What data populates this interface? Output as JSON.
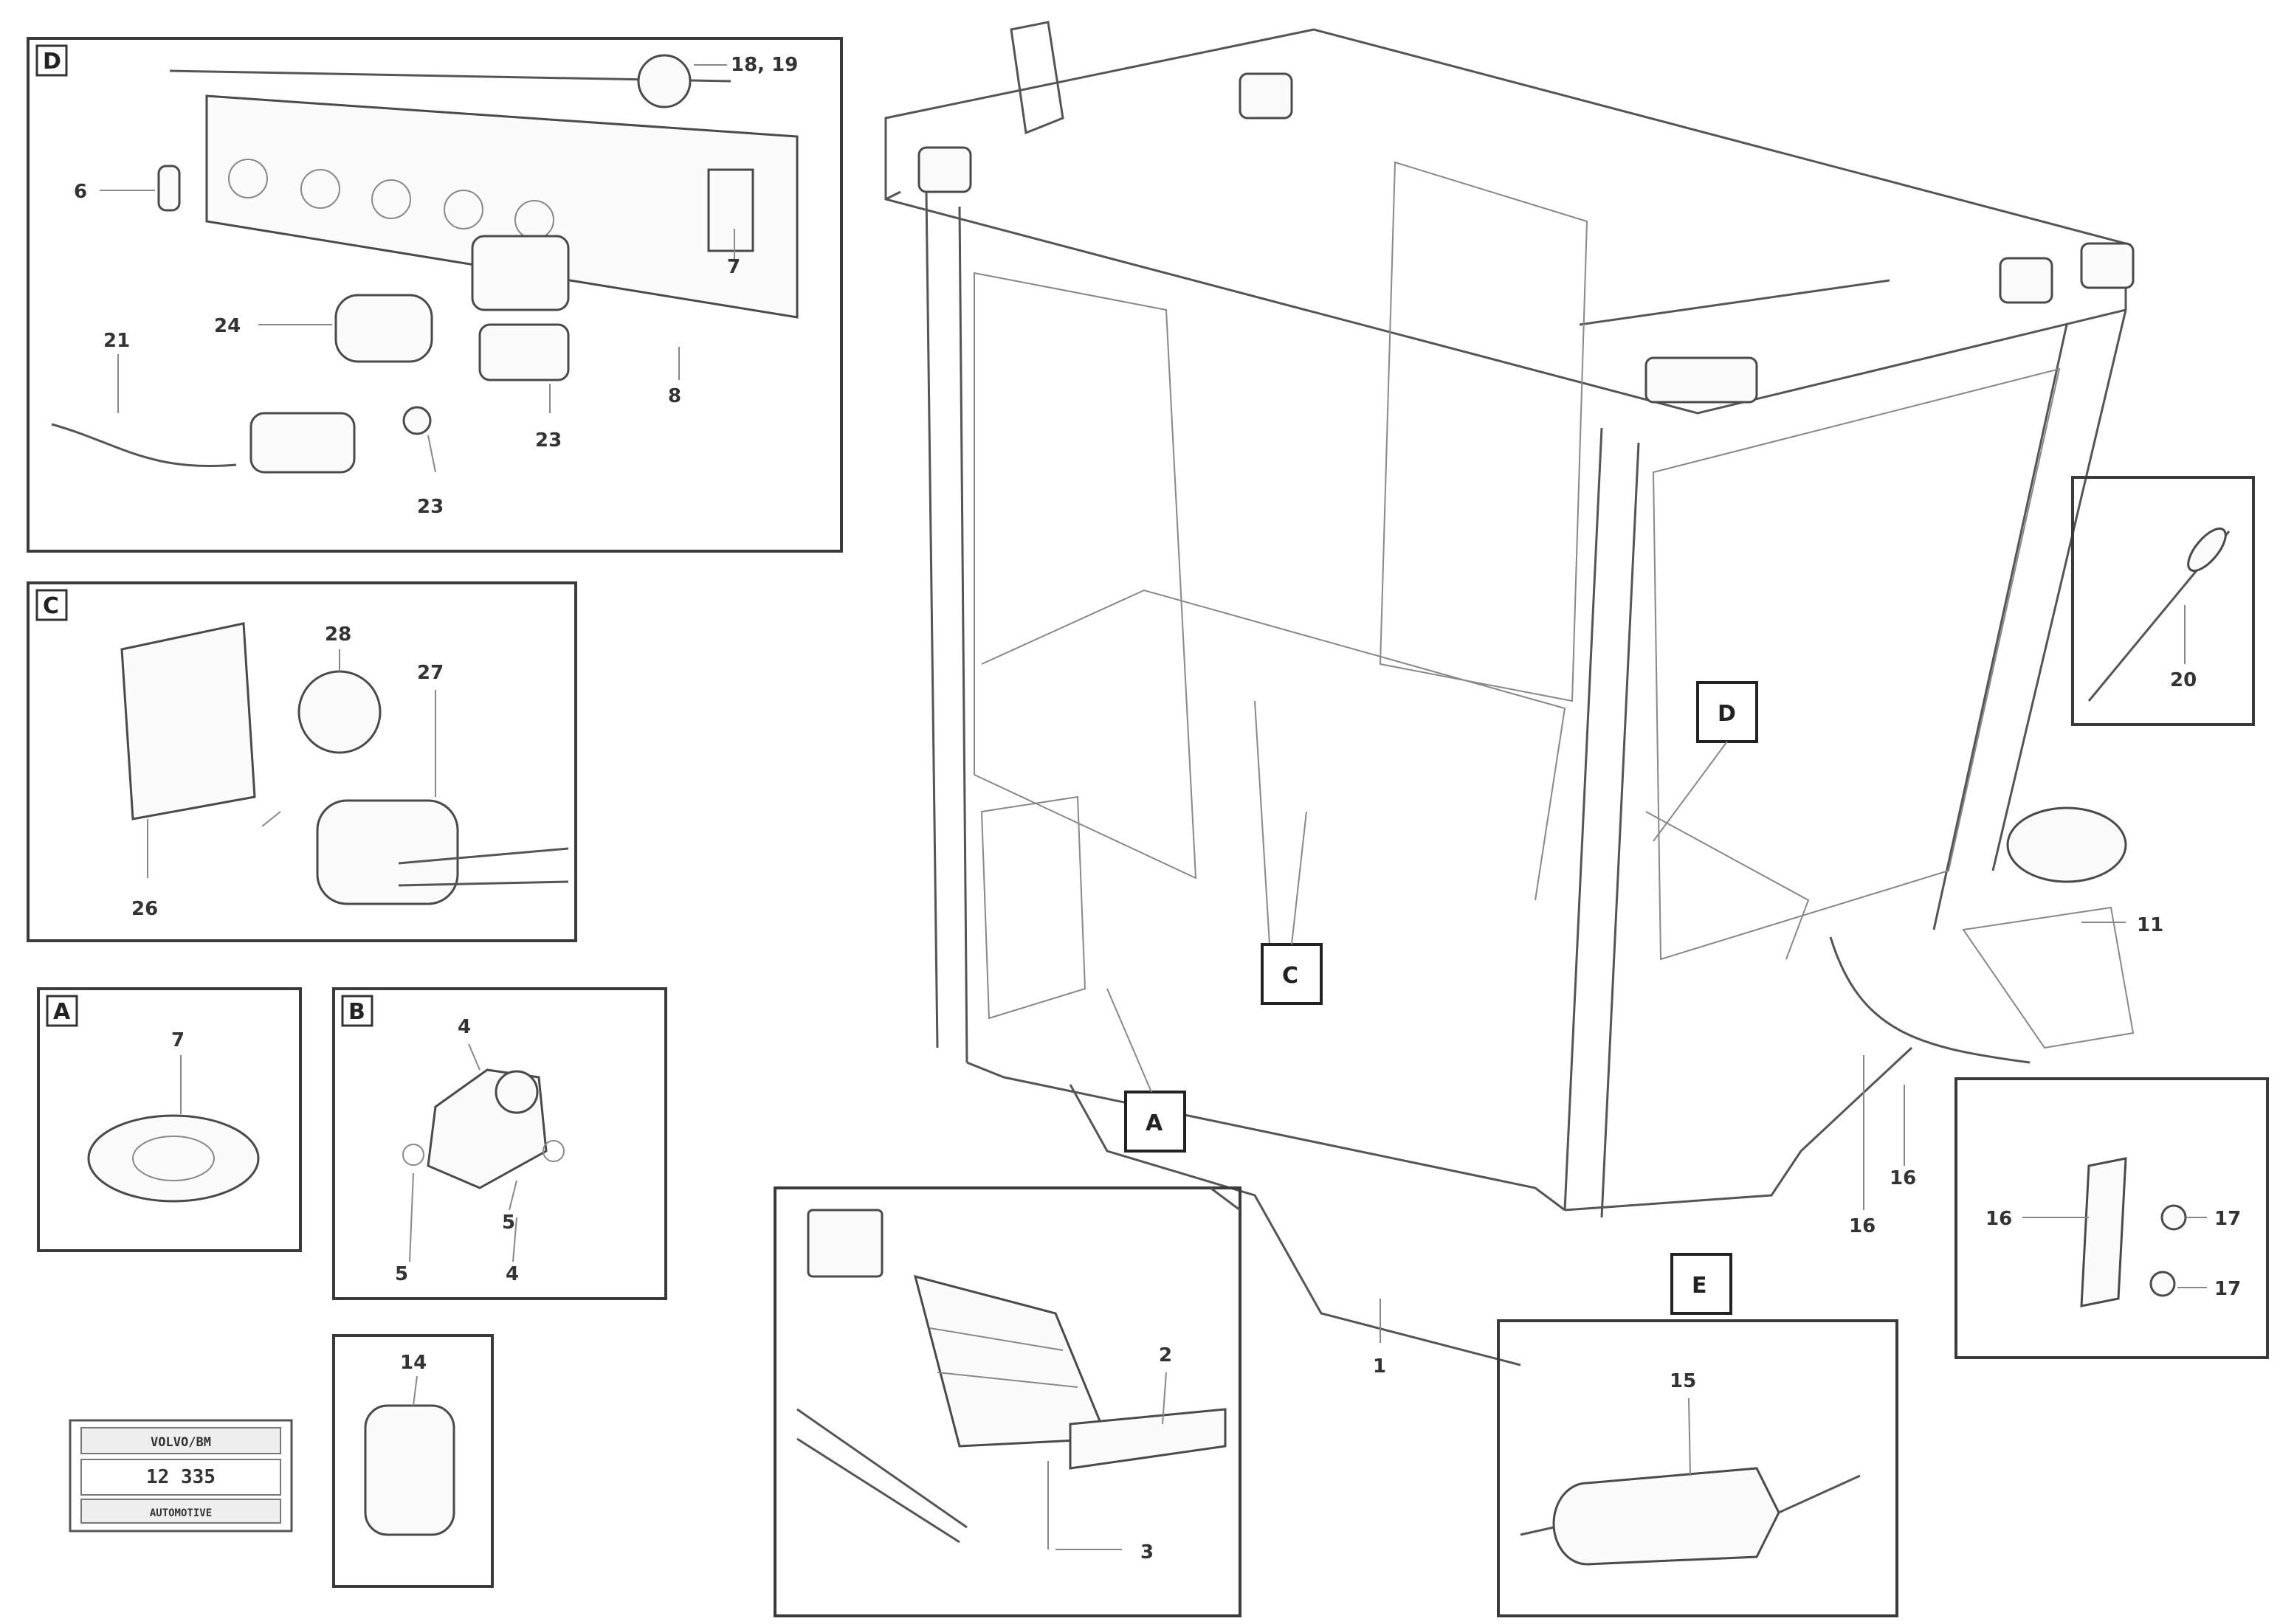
{
  "diagram": {
    "panels": {
      "D": {
        "tag": "D",
        "callouts": [
          "18, 19",
          "6",
          "7",
          "24",
          "21",
          "8",
          "23",
          "23"
        ]
      },
      "C": {
        "tag": "C",
        "callouts": [
          "28",
          "27",
          "26"
        ]
      },
      "A": {
        "tag": "A",
        "callouts": [
          "7"
        ]
      },
      "B": {
        "tag": "B",
        "callouts": [
          "4",
          "5",
          "5",
          "4"
        ]
      },
      "small": {
        "callouts": [
          "14"
        ]
      },
      "E": {
        "tag": "E",
        "callouts": [
          "15"
        ]
      },
      "F": {
        "callouts": [
          "16",
          "17",
          "17"
        ]
      },
      "G": {
        "callouts": [
          "20"
        ]
      },
      "bottom": {
        "callouts": [
          "2",
          "3"
        ]
      }
    },
    "main_tags": [
      "D",
      "C",
      "A",
      "E"
    ],
    "main_callouts": [
      "11",
      "1",
      "16",
      "16"
    ],
    "stamp": {
      "line1": "VOLVO/BM",
      "line2": "12 335",
      "line3": "AUTOMOTIVE"
    }
  }
}
